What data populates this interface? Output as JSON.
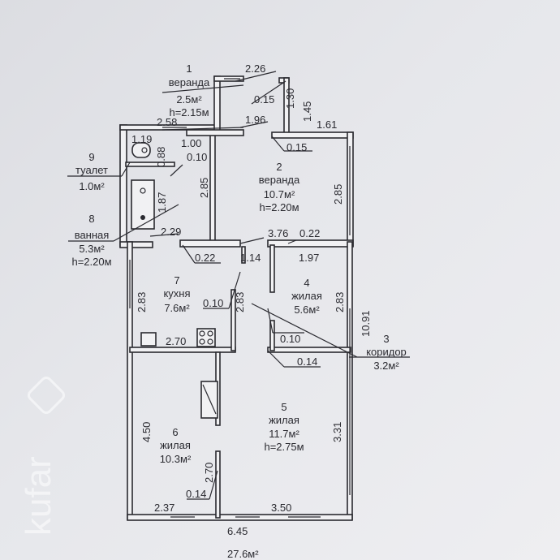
{
  "rooms": [
    {
      "num": "1",
      "name": "веранда",
      "area": "2.5м²",
      "height": "h=2.15м"
    },
    {
      "num": "2",
      "name": "веранда",
      "area": "10.7м²",
      "height": "h=2.20м"
    },
    {
      "num": "3",
      "name": "коридор",
      "area": "3.2м²"
    },
    {
      "num": "4",
      "name": "жилая",
      "area": "5.6м²"
    },
    {
      "num": "5",
      "name": "жилая",
      "area": "11.7м²",
      "height": "h=2.75м"
    },
    {
      "num": "6",
      "name": "жилая",
      "area": "10.3м²"
    },
    {
      "num": "7",
      "name": "кухня",
      "area": "7.6м²"
    },
    {
      "num": "8",
      "name": "ванная",
      "area": "5.3м²",
      "height": "h=2.20м"
    },
    {
      "num": "9",
      "name": "туалет",
      "area": "1.0м²"
    }
  ],
  "dimensions": {
    "d226": "2.26",
    "d015a": "0.15",
    "d130": "1.30",
    "d145": "1.45",
    "d258": "2.58",
    "d196": "1.96",
    "d161": "1.61",
    "d119": "1.19",
    "d088": "0.88",
    "d100": "1.00",
    "d010a": "0.10",
    "d015b": "0.15",
    "d285a": "2.85",
    "d285b": "2.85",
    "d187": "1.87",
    "d229": "2.29",
    "d376": "3.76",
    "d022a": "0.22",
    "d022b": "0.22",
    "d114": "1.14",
    "d197": "1.97",
    "d283a": "2.83",
    "d283b": "2.83",
    "d283c": "2.83",
    "d010b": "0.10",
    "d010c": "0.10",
    "d1091": "10.91",
    "d270a": "2.70",
    "d014a": "0.14",
    "d450": "4.50",
    "d331": "3.31",
    "d270b": "2.70",
    "d014b": "0.14",
    "d237": "2.37",
    "d350": "3.50",
    "d645": "6.45"
  },
  "total_area": "27.6м²",
  "watermark": "kufar"
}
